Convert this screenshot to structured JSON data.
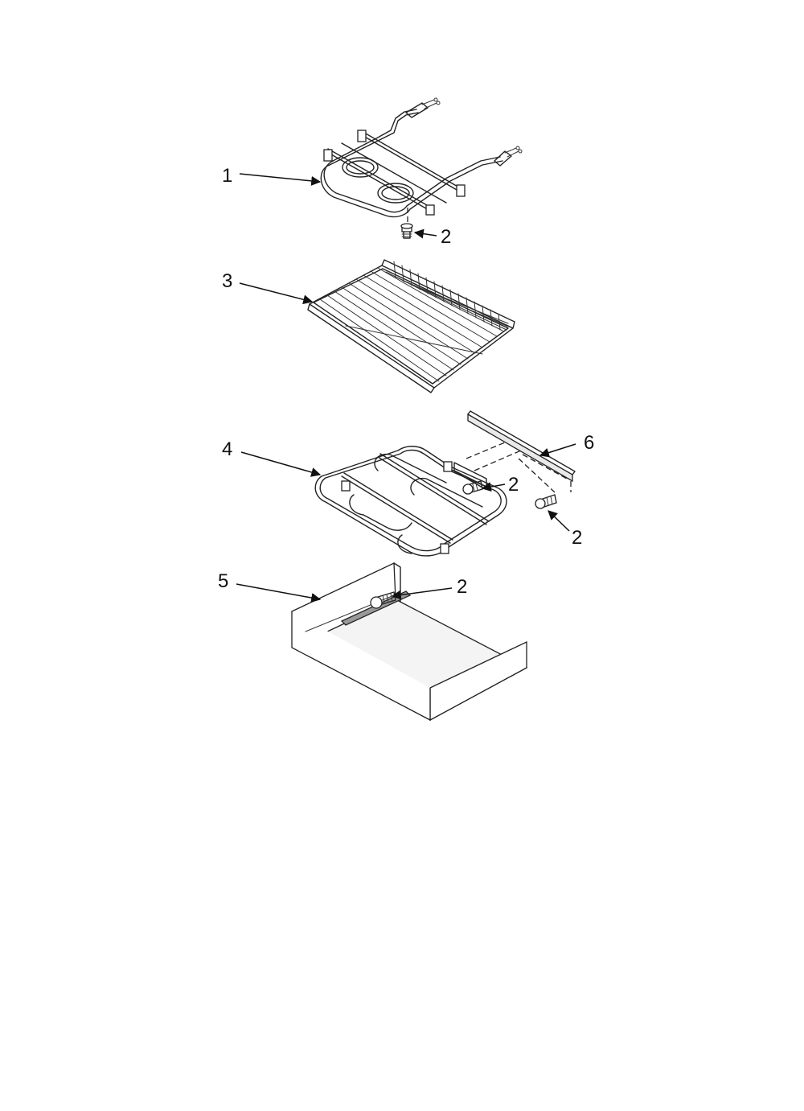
{
  "callouts": {
    "part_1": "1",
    "part_2_a": "2",
    "part_3": "3",
    "part_4": "4",
    "part_6": "6",
    "part_2_b": "2",
    "part_2_c": "2",
    "part_5": "5",
    "part_2_d": "2"
  }
}
